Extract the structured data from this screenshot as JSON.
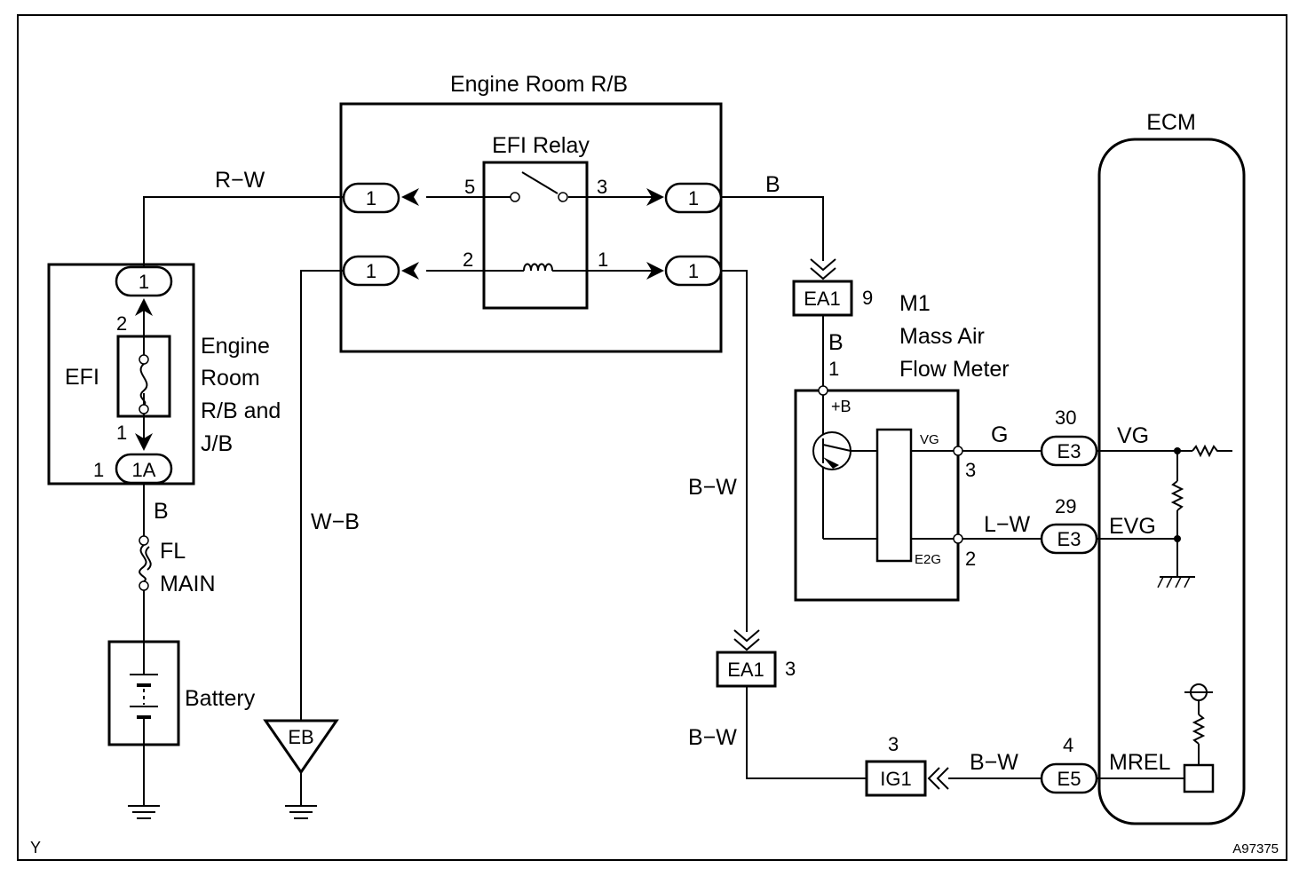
{
  "labels": {
    "engine_room_rb": "Engine Room R/B",
    "efi_relay": "EFI Relay",
    "ecm": "ECM",
    "efi": "EFI",
    "fusebox_label": [
      "Engine",
      "Room",
      "R/B and",
      "J/B"
    ],
    "fl_main": [
      "FL",
      "MAIN"
    ],
    "battery": "Battery",
    "eb": "EB",
    "m1": "M1",
    "maf_title": [
      "Mass Air",
      "Flow Meter"
    ],
    "maf_plus_b": "+B",
    "maf_vg": "VG",
    "maf_e2g": "E2G",
    "ecm_vg": "VG",
    "ecm_evg": "EVG",
    "ecm_mrel": "MREL",
    "corner_left": "Y",
    "figure_id": "A97375"
  },
  "wires": {
    "rw": "R−W",
    "b_top": "B",
    "wb": "W−B",
    "bw_upper": "B−W",
    "bw_lower": "B−W",
    "bw_ig": "B−W",
    "b_maf": "B",
    "b_fuse": "B",
    "g": "G",
    "lw": "L−W"
  },
  "connectors": {
    "c1a": "1",
    "c1b": "1",
    "c1c": "1",
    "c1d": "1",
    "c1e": "1",
    "c1a_fuse": "1A",
    "ea1_top": "EA1",
    "ea1_bottom": "EA1",
    "e3_vg": "E3",
    "e3_evg": "E3",
    "e5": "E5",
    "ig1": "IG1"
  },
  "pins": {
    "relay_5": "5",
    "relay_3": "3",
    "relay_2": "2",
    "relay_1": "1",
    "fuse_2": "2",
    "fuse_1": "1",
    "fuse_left_1": "1",
    "ea1_top_9": "9",
    "ea1_bottom_3": "3",
    "maf_1": "1",
    "maf_3": "3",
    "maf_2": "2",
    "e3_30": "30",
    "e3_29": "29",
    "e5_4": "4",
    "ig1_3": "3"
  }
}
